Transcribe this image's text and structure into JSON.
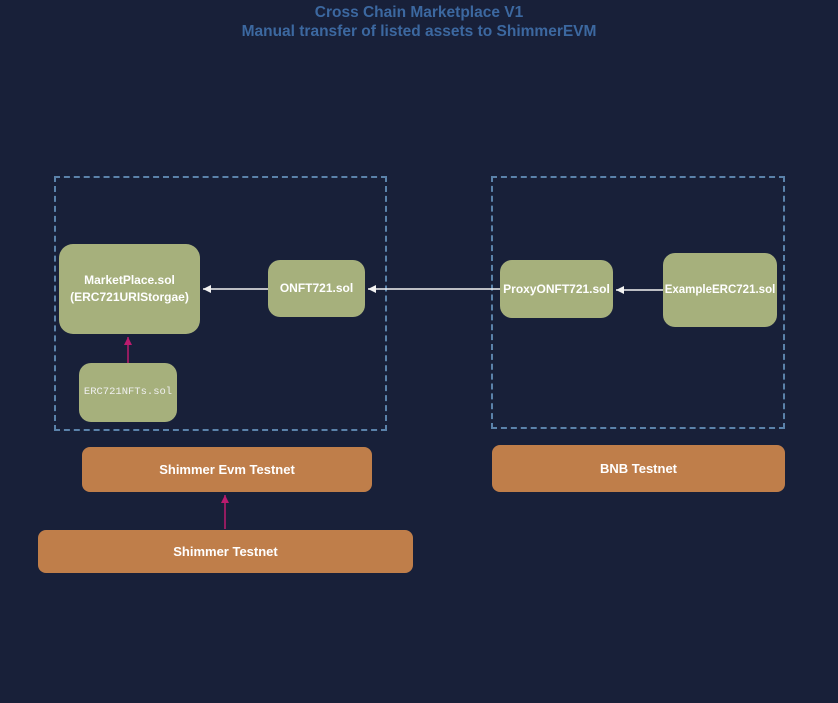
{
  "title": {
    "line1": "Cross Chain Marketplace V1",
    "line2": "Manual transfer of listed assets to ShimmerEVM"
  },
  "nodes": {
    "marketplace": {
      "line1": "MarketPlace.sol",
      "line2": "(ERC721URIStorgae)"
    },
    "onft721": {
      "label": "ONFT721.sol"
    },
    "erc721nfts": {
      "label": "ERC721NFTs.sol"
    },
    "proxyonft721": {
      "label": "ProxyONFT721.sol"
    },
    "exampleerc721": {
      "label": "ExampleERC721.sol"
    }
  },
  "chains": {
    "shimmer_evm": {
      "label": "Shimmer Evm Testnet"
    },
    "bnb": {
      "label": "BNB Testnet"
    },
    "shimmer": {
      "label": "Shimmer Testnet"
    }
  },
  "edges": [
    {
      "from": "ONFT721.sol",
      "to": "MarketPlace.sol",
      "color": "white"
    },
    {
      "from": "ProxyONFT721.sol",
      "to": "ONFT721.sol",
      "color": "white"
    },
    {
      "from": "ExampleERC721.sol",
      "to": "ProxyONFT721.sol",
      "color": "white"
    },
    {
      "from": "ERC721NFTs.sol",
      "to": "MarketPlace.sol",
      "color": "magenta"
    },
    {
      "from": "Shimmer Testnet",
      "to": "Shimmer Evm Testnet",
      "color": "magenta"
    }
  ],
  "colors": {
    "background": "#182039",
    "node-fill": "#a6b07c",
    "chain-fill": "#bf7e4a",
    "dashed-border": "#5b82aa",
    "title-text": "#3c68a0",
    "arrow-white": "#f2f2f2",
    "arrow-magenta": "#bb1b6e",
    "node-text": "#ffffff"
  }
}
